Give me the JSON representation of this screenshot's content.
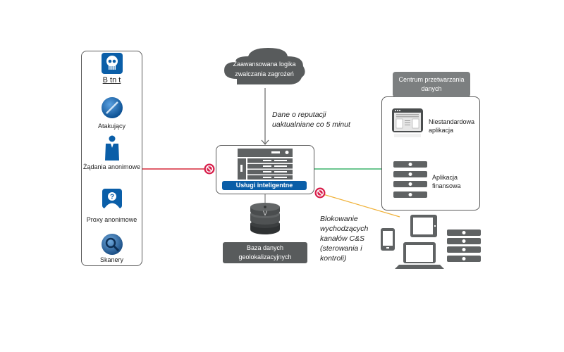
{
  "colors": {
    "threat_line": "#d62b3a",
    "allowed_line": "#3db36b",
    "cc_line": "#f0b23a",
    "icon_blue": "#0a5ea8",
    "dark_grey": "#585b5c",
    "block_icon": "#d81f4b"
  },
  "threats": {
    "items": [
      {
        "label": "B  tn  t",
        "icon": "skull-icon"
      },
      {
        "label": "Atakujący",
        "icon": "attacker-icon"
      },
      {
        "label": "Żądania anonimowe",
        "icon": "anonymous-person-icon"
      },
      {
        "label": "Proxy anonimowe",
        "icon": "question-person-icon"
      },
      {
        "label": "Skanery",
        "icon": "magnifier-icon"
      }
    ]
  },
  "cloud": {
    "line1": "Zaawansowana logika",
    "line2": "zwalczania zagrożeń"
  },
  "reputation": {
    "line1": "Dane o reputacji",
    "line2": "uaktualniane co 5 minut"
  },
  "services": {
    "label": "Usługi inteligentne"
  },
  "database": {
    "line1": "Baza danych",
    "line2": "geolokalizacyjnych"
  },
  "datacenter": {
    "title_line1": "Centrum przetwarzania",
    "title_line2": "danych",
    "apps": [
      {
        "line1": "Niestandardowa",
        "line2": "aplikacja",
        "icon": "browser-window-icon"
      },
      {
        "line1": "Aplikacja",
        "line2": "finansowa",
        "icon": "server-stack-icon"
      }
    ]
  },
  "cc_block": {
    "lines": [
      "Blokowanie",
      "wychodzących",
      "kanałów C&S",
      "(sterowania i",
      "kontroli)"
    ]
  }
}
